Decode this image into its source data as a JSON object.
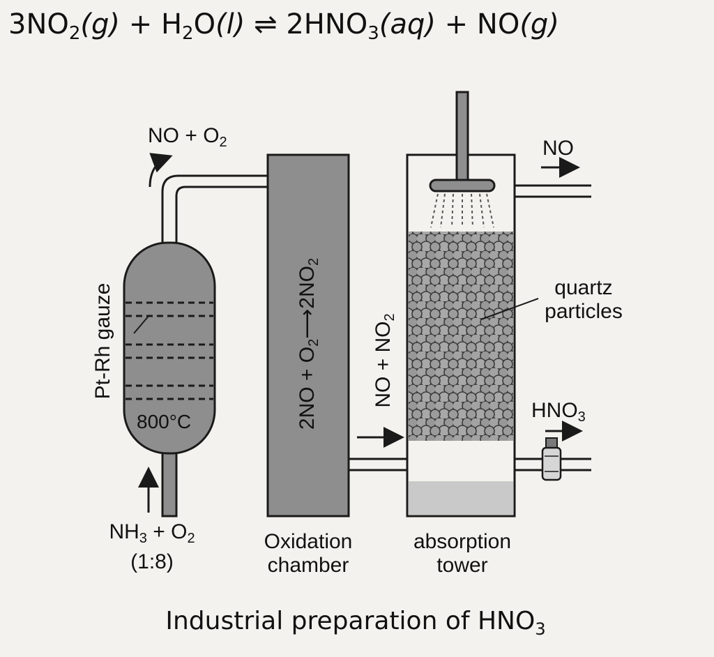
{
  "equation": {
    "coef1": "3NO",
    "sub1": "2",
    "state1": "(g)",
    "plus1": " + H",
    "sub2": "2",
    "o": "O",
    "state2": "(l)",
    "arrow": " ⇌ ",
    "coef2": "2HNO",
    "sub3": "3",
    "state3": "(aq)",
    "plus2": " + NO",
    "state4": "(g)"
  },
  "labels": {
    "reactor_outlet": {
      "main": "NO + O",
      "sub": "2"
    },
    "gauze": "Pt-Rh gauze",
    "temperature": "800°C",
    "feed": {
      "main": "NH",
      "sub1": "3",
      "mid": " + O",
      "sub2": "2",
      "ratio": "(1:8)"
    },
    "oxidation_reaction": {
      "part1": "2NO + O",
      "sub1": "2",
      "arrow": "⟶",
      "part2": "2NO",
      "sub2": "2"
    },
    "oxidation_name": [
      "Oxidation",
      "chamber"
    ],
    "transfer_gas": {
      "main": "NO + NO",
      "sub": "2"
    },
    "tower_exhaust": "NO",
    "packing": [
      "quartz",
      "particles"
    ],
    "product": {
      "main": "HNO",
      "sub": "3"
    },
    "tower_name": [
      "absorption",
      "tower"
    ]
  },
  "caption": {
    "main": "Industrial preparation of HNO",
    "sub": "3"
  },
  "colors": {
    "ink": "#1a1a1a",
    "fill_gray": "#8e8e8e",
    "background": "#f3f2ee"
  }
}
